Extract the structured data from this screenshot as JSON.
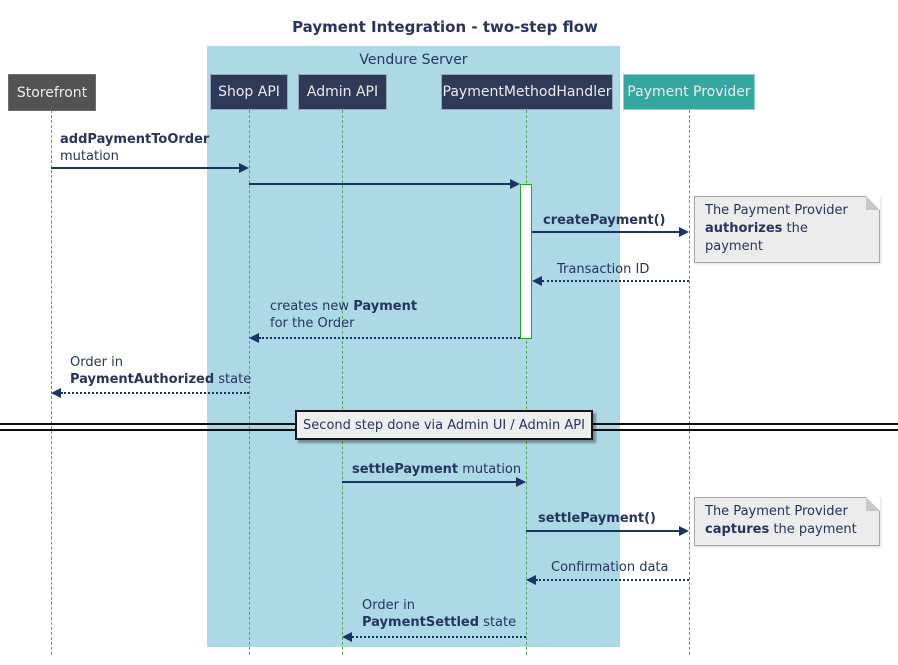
{
  "title": "Payment Integration - two-step flow",
  "frame": {
    "label": "Vendure Server"
  },
  "participants": [
    {
      "label": "Storefront"
    },
    {
      "label": "Shop API"
    },
    {
      "label": "Admin API"
    },
    {
      "label": "PaymentMethodHandler"
    },
    {
      "label": "Payment Provider"
    }
  ],
  "messages": {
    "add_payment": {
      "bold": "addPaymentToOrder",
      "line2": "mutation"
    },
    "create_payment": {
      "bold": "createPayment()"
    },
    "transaction_id": {
      "text": "Transaction ID"
    },
    "creates_payment": {
      "pre": "creates new ",
      "bold": "Payment",
      "line2": "for the Order"
    },
    "order_authorized": {
      "line1": "Order in",
      "bold": "PaymentAuthorized",
      "post": " state"
    },
    "settle_payment_mutation": {
      "bold": "settlePayment",
      "post": " mutation"
    },
    "settle_payment_call": {
      "bold": "settlePayment()"
    },
    "confirmation_data": {
      "text": "Confirmation data"
    },
    "order_settled": {
      "line1": "Order in",
      "bold": "PaymentSettled",
      "post": " state"
    }
  },
  "divider": {
    "label": "Second step done via Admin UI / Admin API"
  },
  "notes": {
    "authorize": {
      "line1": "The Payment Provider",
      "bold": "authorizes",
      "post": " the payment"
    },
    "capture": {
      "line1": "The Payment Provider",
      "bold": "captures",
      "post": " the payment"
    }
  },
  "colors": {
    "frame_fill": "#ADD8E6",
    "participant_fill": "#2E3A57",
    "external_fill": "#535353",
    "provider_fill": "#35A7A2",
    "arrow": "#1B3468",
    "text": "#27345D",
    "lifeline_green": "#53A653",
    "activation_border": "#25A325",
    "note_fill": "#ECECEC"
  }
}
